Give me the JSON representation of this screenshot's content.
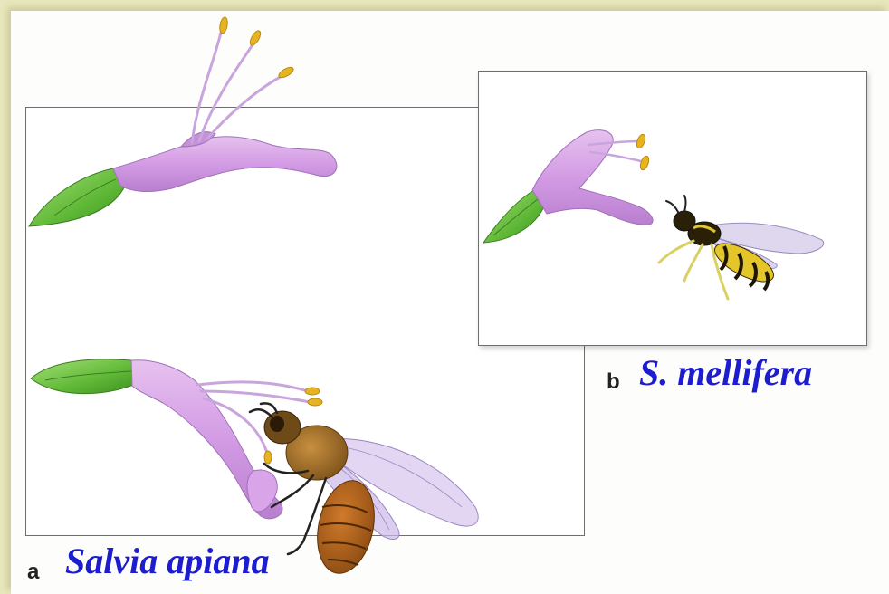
{
  "panel_a": {
    "letter": "a",
    "species": "Salvia apiana"
  },
  "panel_b": {
    "letter": "b",
    "species": "S. mellifera"
  },
  "colors": {
    "background": "#e9e7bd",
    "species_label": "#1d1dcf",
    "petal": "#d8a6e6",
    "sepal": "#6cc23e",
    "anther": "#e6b422"
  }
}
